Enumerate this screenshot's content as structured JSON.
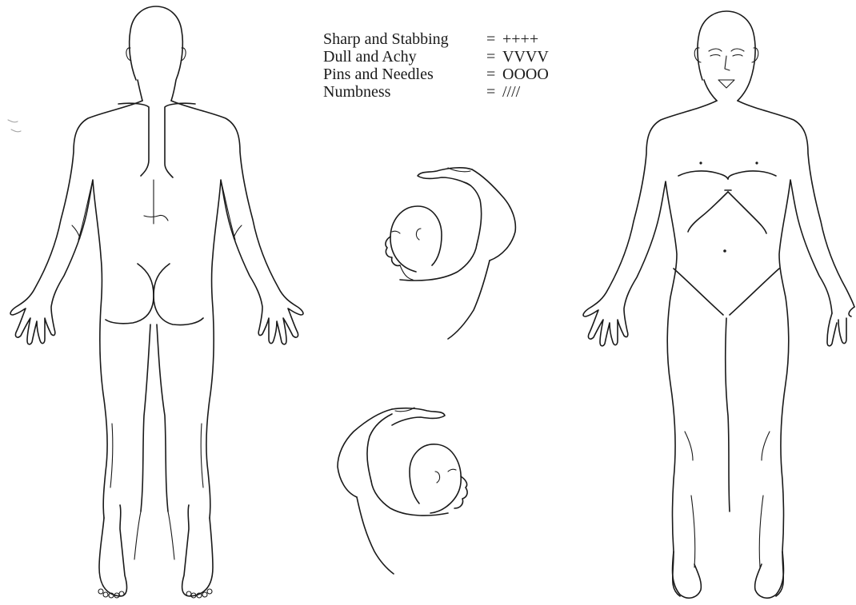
{
  "legend": {
    "items": [
      {
        "label": "Sharp and Stabbing",
        "equals": "=",
        "symbol": "++++"
      },
      {
        "label": "Dull and Achy",
        "equals": "=",
        "symbol": "VVVV"
      },
      {
        "label": "Pins and Needles",
        "equals": "=",
        "symbol": "OOOO"
      },
      {
        "label": "Numbness",
        "equals": "=",
        "symbol": "////"
      }
    ]
  },
  "figures": {
    "back_view": "body-back-figure",
    "front_view": "body-front-figure",
    "arm_raised_right": "arm-raised-head-right-figure",
    "arm_raised_left": "arm-raised-head-left-figure"
  },
  "colors": {
    "ink": "#1a1a1a",
    "paper": "#ffffff"
  }
}
